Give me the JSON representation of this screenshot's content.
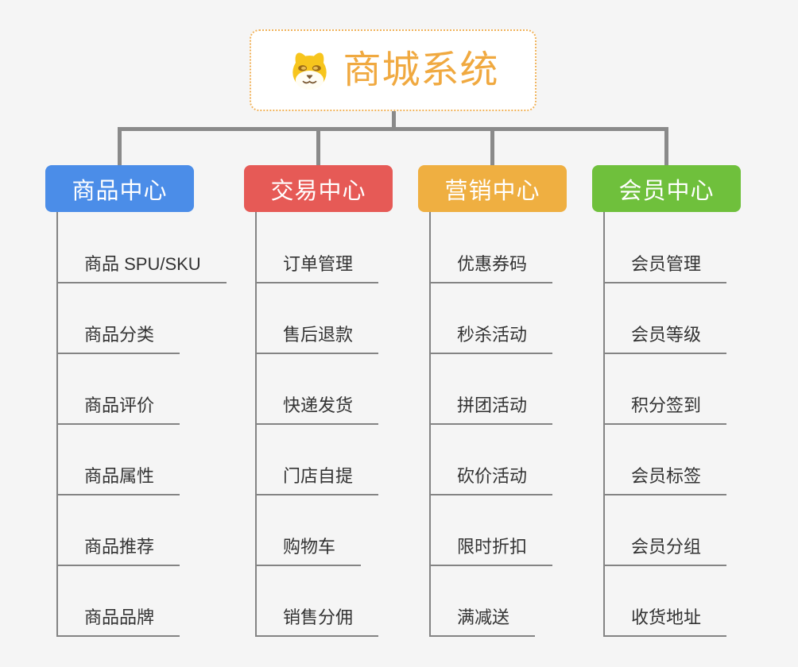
{
  "root": {
    "title": "商城系统",
    "icon": "dog-face-icon",
    "title_color": "#f0a940",
    "border_color": "#f0b25a",
    "background": "#ffffff"
  },
  "connector_color": "#8a8a8a",
  "line_color": "#848484",
  "page_background": "#f5f5f5",
  "leaf_text_color": "#333333",
  "branches": [
    {
      "label": "商品中心",
      "color": "#4b8de8",
      "items": [
        "商品 SPU/SKU",
        "商品分类",
        "商品评价",
        "商品属性",
        "商品推荐",
        "商品品牌"
      ]
    },
    {
      "label": "交易中心",
      "color": "#e65a56",
      "items": [
        "订单管理",
        "售后退款",
        "快递发货",
        "门店自提",
        "购物车",
        "销售分佣"
      ]
    },
    {
      "label": "营销中心",
      "color": "#efaf41",
      "items": [
        "优惠券码",
        "秒杀活动",
        "拼团活动",
        "砍价活动",
        "限时折扣",
        "满减送"
      ]
    },
    {
      "label": "会员中心",
      "color": "#6fc03c",
      "items": [
        "会员管理",
        "会员等级",
        "积分签到",
        "会员标签",
        "会员分组",
        "收货地址"
      ]
    }
  ]
}
